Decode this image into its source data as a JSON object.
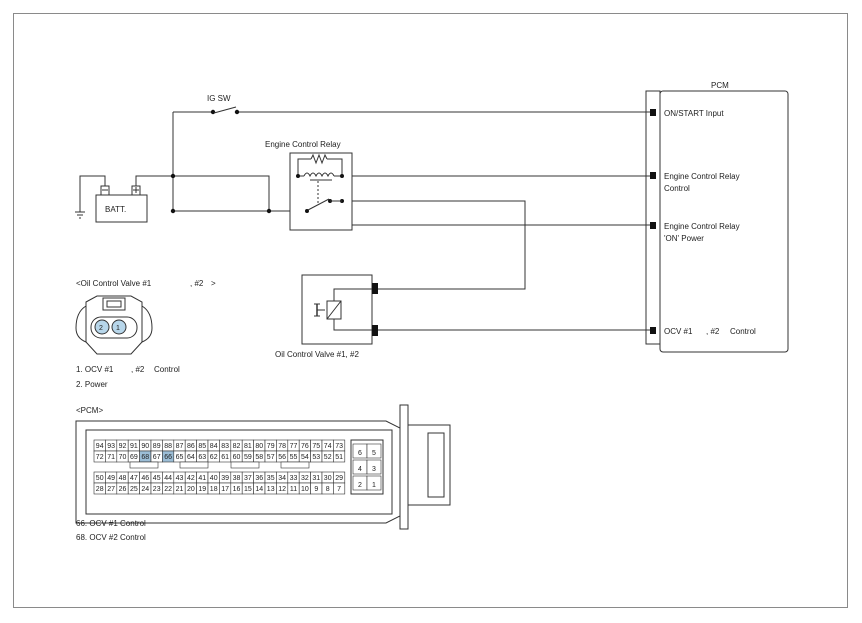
{
  "labels": {
    "pcm": "PCM",
    "ig_sw": "IG SW",
    "engine_control_relay": "Engine Control Relay",
    "batt": "BATT.",
    "ocv_caption": "Oil Control Valve #1, #2",
    "pcm_on_start": "ON/START Input",
    "pcm_ecr_control_1": "Engine Control Relay",
    "pcm_ecr_control_2": "Control",
    "pcm_ecr_power_1": "Engine Control Relay",
    "pcm_ecr_power_2": "'ON' Power",
    "pcm_ocv_a": "OCV #1",
    "pcm_ocv_b": ", #2",
    "pcm_ocv_c": "Control"
  },
  "ocv_connector": {
    "title_a": "<Oil Control Valve #1",
    "title_b": ", #2",
    "title_c": ">",
    "pin_left": "2",
    "pin_right": "1",
    "legend_1a": "1. OCV #1",
    "legend_1b": ", #2",
    "legend_1c": "Control",
    "legend_2": "2. Power"
  },
  "pcm_connector": {
    "title": "<PCM>",
    "row1": [
      "94",
      "93",
      "92",
      "91",
      "90",
      "89",
      "88",
      "87",
      "86",
      "85",
      "84",
      "83",
      "82",
      "81",
      "80",
      "79",
      "78",
      "77",
      "76",
      "75",
      "74",
      "73"
    ],
    "row2": [
      "72",
      "71",
      "70",
      "69",
      "68",
      "67",
      "66",
      "65",
      "64",
      "63",
      "62",
      "61",
      "60",
      "59",
      "58",
      "57",
      "56",
      "55",
      "54",
      "53",
      "52",
      "51"
    ],
    "row3": [
      "50",
      "49",
      "48",
      "47",
      "46",
      "45",
      "44",
      "43",
      "42",
      "41",
      "40",
      "39",
      "38",
      "37",
      "36",
      "35",
      "34",
      "33",
      "32",
      "31",
      "30",
      "29"
    ],
    "row4": [
      "28",
      "27",
      "26",
      "25",
      "24",
      "23",
      "22",
      "21",
      "20",
      "19",
      "18",
      "17",
      "16",
      "15",
      "14",
      "13",
      "12",
      "11",
      "10",
      "9",
      "8",
      "7"
    ],
    "small": [
      [
        "6",
        "5"
      ],
      [
        "4",
        "3"
      ],
      [
        "2",
        "1"
      ]
    ],
    "highlight": [
      "68",
      "66"
    ],
    "highlight_color": "#9bbdd6",
    "legend": [
      "66.    OCV #1 Control",
      "68.    OCV #2 Control"
    ]
  }
}
